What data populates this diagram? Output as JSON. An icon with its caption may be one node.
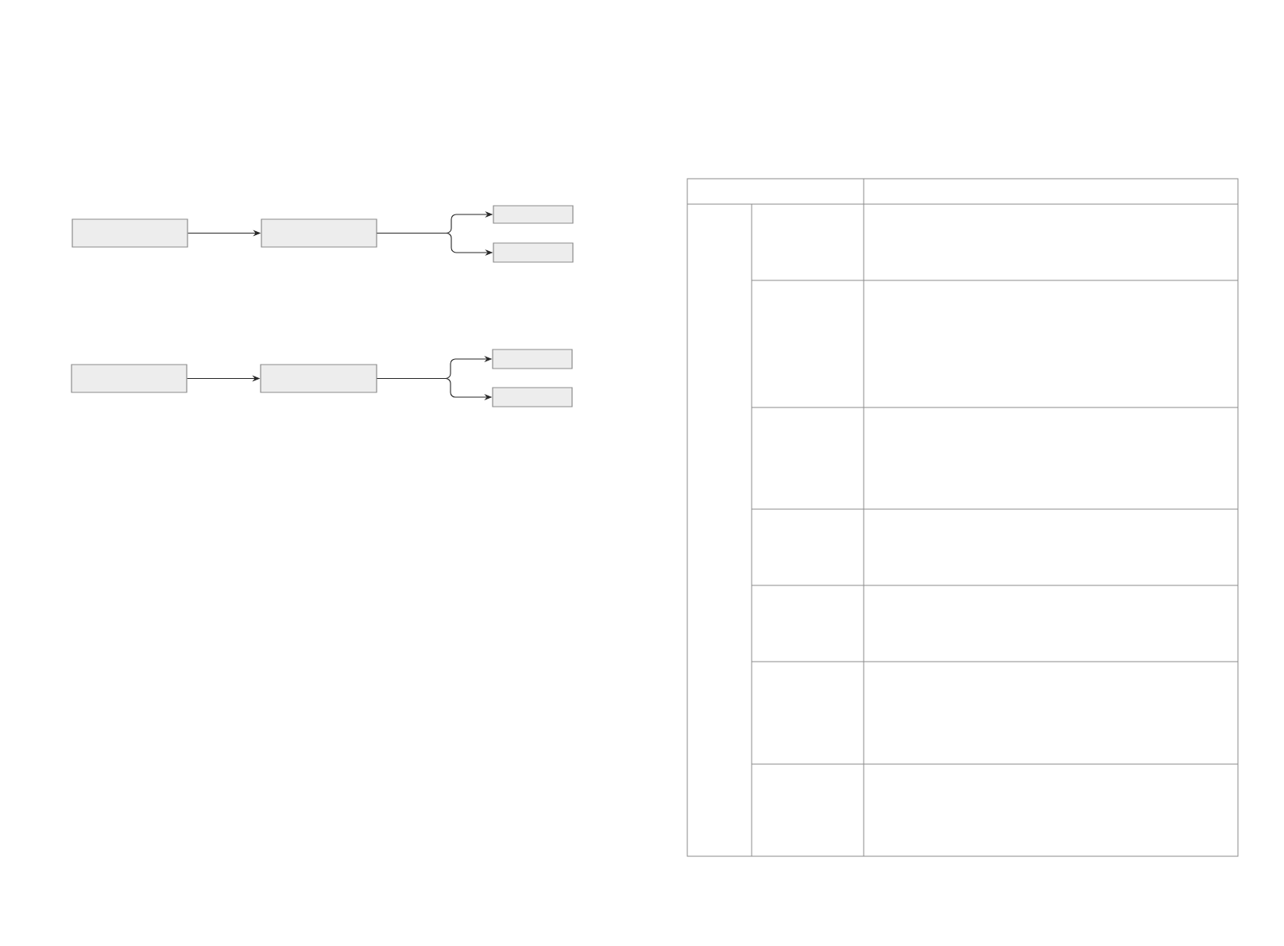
{
  "diagram": {
    "nodes": [
      {
        "text": [],
        "shape": "box"
      },
      {
        "text": [],
        "shape": "box"
      },
      {
        "text": [],
        "shape": "box"
      },
      {
        "text": [],
        "shape": "box"
      },
      {
        "text": [],
        "shape": "box"
      },
      {
        "text": [],
        "shape": "box"
      },
      {
        "text": [],
        "shape": "box"
      },
      {
        "text": [],
        "shape": "box"
      }
    ],
    "edges": [
      {
        "from": 0,
        "to": 1,
        "arrow": "to"
      },
      {
        "from": 1,
        "to": 2,
        "arrow": "to"
      },
      {
        "from": 1,
        "to": 3,
        "arrow": "to"
      },
      {
        "from": 4,
        "to": 5,
        "arrow": "to"
      },
      {
        "from": 5,
        "to": 6,
        "arrow": "to"
      },
      {
        "from": 5,
        "to": 7,
        "arrow": "to"
      }
    ]
  }
}
